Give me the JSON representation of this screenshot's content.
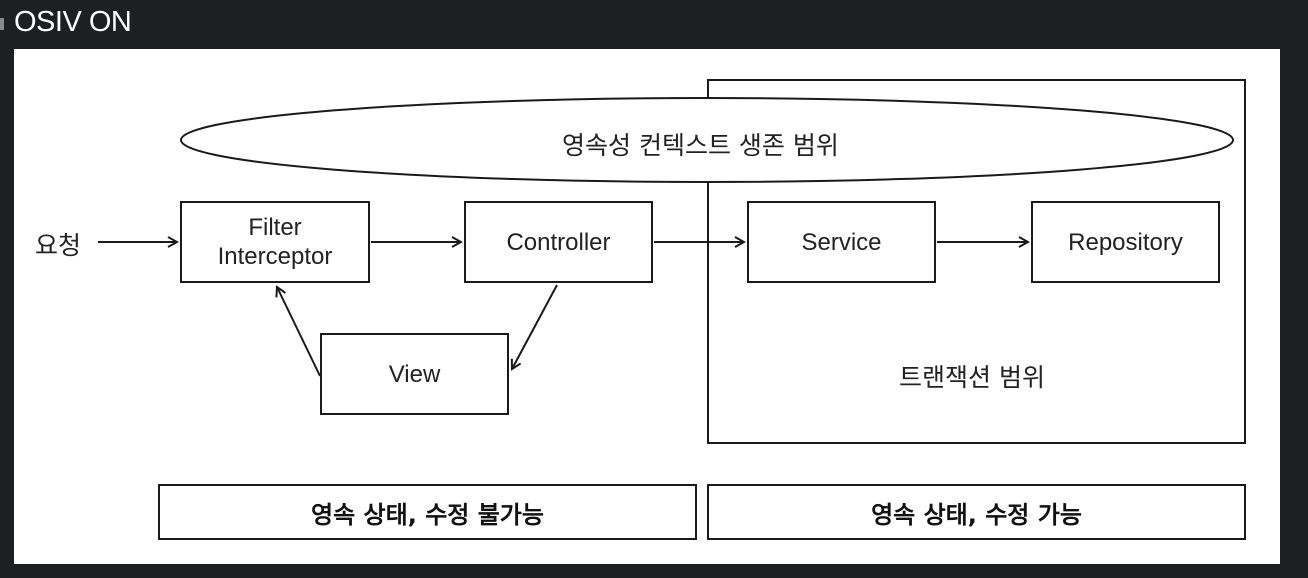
{
  "header": {
    "title": "OSIV ON"
  },
  "diagram": {
    "request_label": "요청",
    "persistence_context_label": "영속성 컨텍스트 생존 범위",
    "transaction_label": "트랜잭션 범위",
    "nodes": {
      "filter_line1": "Filter",
      "filter_line2": "Interceptor",
      "controller": "Controller",
      "service": "Service",
      "repository": "Repository",
      "view": "View"
    },
    "bands": {
      "left": "영속 상태, 수정 불가능",
      "right": "영속 상태, 수정 가능"
    }
  }
}
